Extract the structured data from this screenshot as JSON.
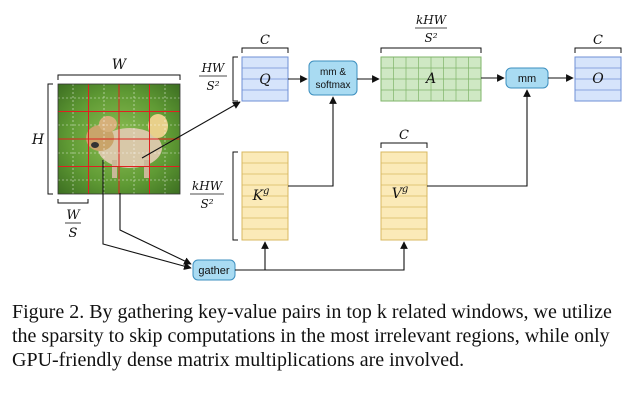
{
  "figure": {
    "labels": {
      "image_width": "W",
      "image_height": "H",
      "window_width_num": "W",
      "window_width_den": "S",
      "q_rows_num": "HW",
      "q_rows_den": "S²",
      "kv_rows_num": "kHW",
      "kv_rows_den": "S²",
      "a_cols_num": "kHW",
      "a_cols_den": "S²",
      "q_cols": "C",
      "v_cols": "C",
      "o_cols": "C"
    },
    "blocks": {
      "q": "Q",
      "k_base": "K",
      "k_sup": "g",
      "v_base": "V",
      "v_sup": "g",
      "a": "A",
      "o": "O"
    },
    "ops": {
      "mm_softmax_line1": "mm &",
      "mm_softmax_line2": "softmax",
      "mm": "mm",
      "gather": "gather"
    },
    "colors": {
      "q_fill": "#d6e4fb",
      "q_stroke": "#6f8fd6",
      "kv_fill": "#fbeab8",
      "kv_stroke": "#d8b860",
      "a_fill": "#cfe8c4",
      "a_stroke": "#7fb56a",
      "op_fill": "#a9dbf2",
      "op_stroke": "#3c8fbf",
      "grid_red": "#e02020"
    }
  },
  "caption": "Figure 2. By gathering key-value pairs in top k related windows, we utilize the sparsity to skip computations in the most irrelevant regions, while only GPU-friendly dense matrix multiplications are involved."
}
